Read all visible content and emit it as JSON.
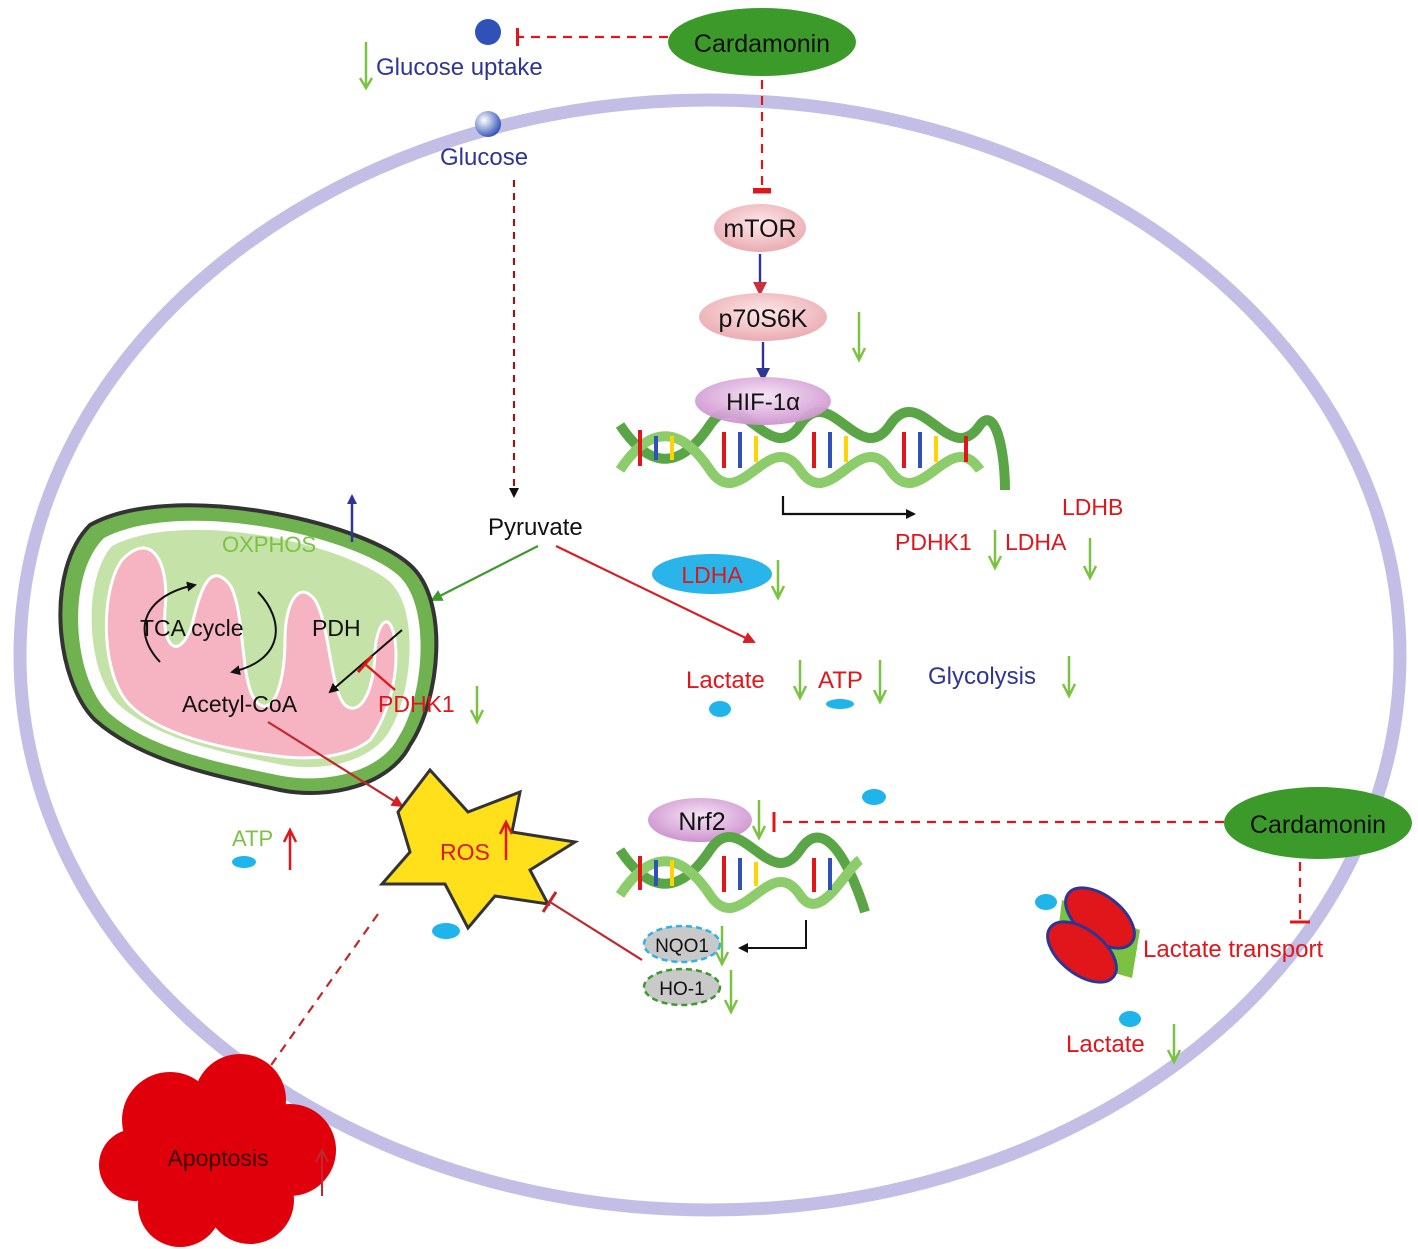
{
  "labels": {
    "cardamonin_top": "Cardamonin",
    "glucose_uptake": "Glucose uptake",
    "glucose": "Glucose",
    "mtor": "mTOR",
    "p70s6k": "p70S6K",
    "hif": "HIF-1α",
    "ldhb": "LDHB",
    "pdhk1_gene": "PDHK1",
    "ldha_gene": "LDHA",
    "pyruvate": "Pyruvate",
    "oxphos": "OXPHOS",
    "ldha_enzyme": "LDHA",
    "tca": "TCA cycle",
    "pdh": "PDH",
    "acetyl_coa": "Acetyl-CoA",
    "pdhk1_mito": "PDHK1",
    "lactate_mid": "Lactate",
    "atp_mid": "ATP",
    "glycolysis": "Glycolysis",
    "nrf2": "Nrf2",
    "cardamonin_right": "Cardamonin",
    "atp_left": "ATP",
    "ros": "ROS",
    "nqo1": "NQO1",
    "ho1": "HO-1",
    "lactate_transport": "Lactate transport",
    "lactate_out": "Lactate",
    "apoptosis": "Apoptosis"
  },
  "colors": {
    "membrane": "#c3bee6",
    "cardamonin": "#3c9a2a",
    "text_blue": "#2f3594",
    "text_red": "#e0161b",
    "text_green": "#7cc242",
    "arrow_green": "#7cc242",
    "arrow_red": "#e0161b",
    "arrow_blue": "#2f3594",
    "inhibit_red": "#e0161b",
    "mito_outer": "#5aa646",
    "mito_inner": "#f6b3c1",
    "ros_fill": "#ffe01a",
    "apoptosis_fill": "#e0000b",
    "droplet": "#1fb4ea",
    "ldha_pill": "#29b4ea"
  }
}
